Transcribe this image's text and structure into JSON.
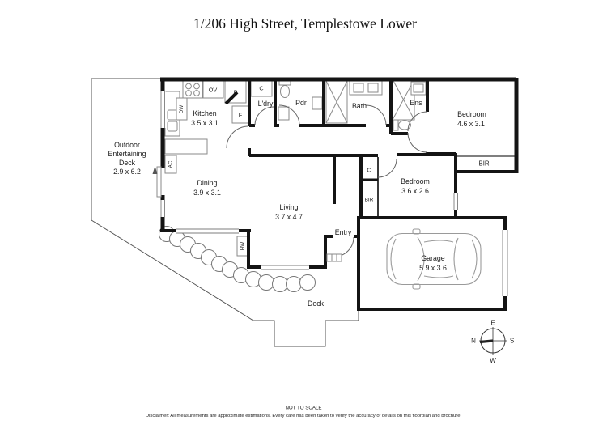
{
  "title": "1/206 High Street, Templestowe Lower",
  "rooms": {
    "kitchen": {
      "name": "Kitchen",
      "dims": "3.5 x 3.1"
    },
    "laundry": {
      "name": "L'dry"
    },
    "powder": {
      "name": "Pdr"
    },
    "bath": {
      "name": "Bath"
    },
    "ensuite": {
      "name": "Ens"
    },
    "bedroom_main": {
      "name": "Bedroom",
      "dims": "4.6 x 3.1"
    },
    "bedroom_second": {
      "name": "Bedroom",
      "dims": "3.6 x 2.6"
    },
    "dining": {
      "name": "Dining",
      "dims": "3.9 x 3.1"
    },
    "living": {
      "name": "Living",
      "dims": "3.7 x 4.7"
    },
    "garage": {
      "name": "Garage",
      "dims": "5.9 x 3.6"
    },
    "entry": {
      "name": "Entry"
    },
    "deck": {
      "name": "Deck"
    },
    "outdoor_deck": {
      "line1": "Outdoor",
      "line2": "Entertaining",
      "line3": "Deck",
      "dims": "2.9 x 6.2"
    }
  },
  "storage": {
    "bir_main": "BIR",
    "bir_second": "BIR",
    "closet_c": "C"
  },
  "fixtures": {
    "oven": "OV",
    "pantry": "P",
    "cupboard": "C",
    "fridge": "F",
    "dishwasher": "DW",
    "air_conditioner": "AC",
    "hot_water": "HW"
  },
  "compass": {
    "north": "N",
    "south": "S",
    "east": "E",
    "west": "W"
  },
  "footer": {
    "scale_note": "NOT TO SCALE",
    "disclaimer": "Disclaimer: All measurements are approximate estimations. Every care has been taken to verify the accuracy of details on this floorplan and brochure."
  }
}
